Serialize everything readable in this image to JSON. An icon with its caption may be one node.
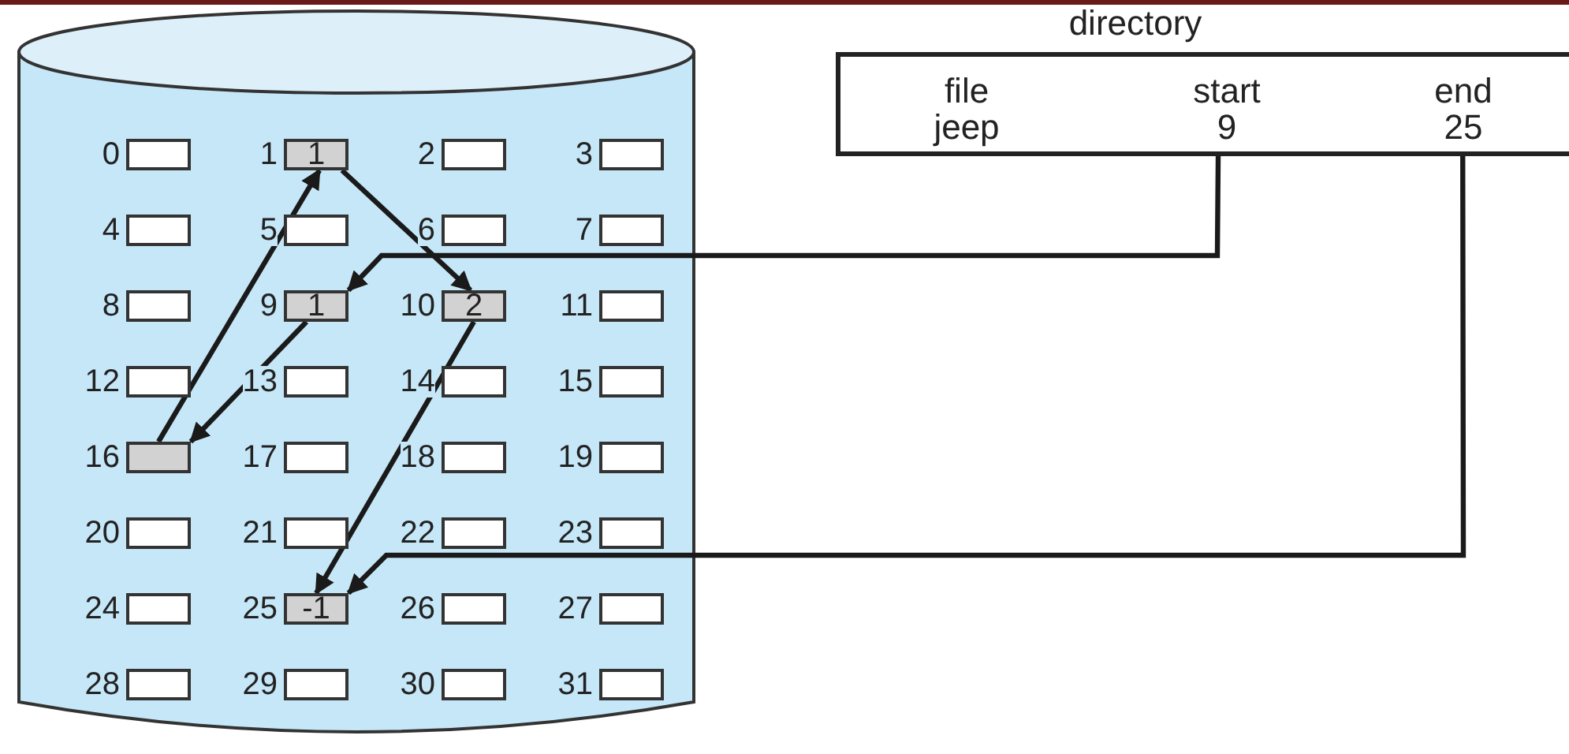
{
  "diagram": {
    "nodes": [
      {
        "text": [],
        "shape": "cylinder"
      },
      {
        "text": [],
        "shape": "box",
        "beside": [
          "0"
        ],
        "in": 0
      },
      {
        "text": [
          "1"
        ],
        "beside": [
          "1"
        ],
        "in": 0
      },
      {
        "text": [],
        "shape": "box",
        "beside": [
          "2"
        ],
        "in": 0
      },
      {
        "text": [],
        "shape": "box",
        "beside": [
          "3"
        ],
        "in": 0
      },
      {
        "text": [],
        "shape": "box",
        "beside": [
          "4"
        ],
        "in": 0
      },
      {
        "text": [],
        "shape": "box",
        "beside": [
          "5"
        ],
        "in": 0
      },
      {
        "text": [],
        "shape": "box",
        "beside": [
          "6"
        ],
        "in": 0
      },
      {
        "text": [],
        "shape": "box",
        "beside": [
          "7"
        ],
        "in": 0
      },
      {
        "text": [],
        "shape": "box",
        "beside": [
          "8"
        ],
        "in": 0
      },
      {
        "text": [
          "1"
        ],
        "beside": [
          "9"
        ],
        "in": 0
      },
      {
        "text": [
          "2"
        ],
        "beside": [
          "10"
        ],
        "in": 0
      },
      {
        "text": [],
        "shape": "box",
        "beside": [
          "11"
        ],
        "in": 0
      },
      {
        "text": [],
        "shape": "box",
        "beside": [
          "12"
        ],
        "in": 0
      },
      {
        "text": [],
        "shape": "box",
        "beside": [
          "13"
        ],
        "in": 0
      },
      {
        "text": [],
        "shape": "box",
        "beside": [
          "14"
        ],
        "in": 0
      },
      {
        "text": [],
        "shape": "box",
        "beside": [
          "15"
        ],
        "in": 0
      },
      {
        "text": [],
        "shape": "box",
        "beside": [
          "16"
        ],
        "in": 0
      },
      {
        "text": [],
        "shape": "box",
        "beside": [
          "17"
        ],
        "in": 0
      },
      {
        "text": [],
        "shape": "box",
        "beside": [
          "18"
        ],
        "in": 0
      },
      {
        "text": [],
        "shape": "box",
        "beside": [
          "19"
        ],
        "in": 0
      },
      {
        "text": [],
        "shape": "box",
        "beside": [
          "20"
        ],
        "in": 0
      },
      {
        "text": [],
        "shape": "box",
        "beside": [
          "21"
        ],
        "in": 0
      },
      {
        "text": [],
        "shape": "box",
        "beside": [
          "22"
        ],
        "in": 0
      },
      {
        "text": [],
        "shape": "box",
        "beside": [
          "23"
        ],
        "in": 0
      },
      {
        "text": [],
        "shape": "box",
        "beside": [
          "24"
        ],
        "in": 0
      },
      {
        "text": [
          "-1"
        ],
        "beside": [
          "25"
        ],
        "in": 0
      },
      {
        "text": [],
        "shape": "box",
        "beside": [
          "26"
        ],
        "in": 0
      },
      {
        "text": [],
        "shape": "box",
        "beside": [
          "27"
        ],
        "in": 0
      },
      {
        "text": [],
        "shape": "box",
        "beside": [
          "28"
        ],
        "in": 0
      },
      {
        "text": [],
        "shape": "box",
        "beside": [
          "29"
        ],
        "in": 0
      },
      {
        "text": [],
        "shape": "box",
        "beside": [
          "30"
        ],
        "in": 0
      },
      {
        "text": [],
        "shape": "box",
        "beside": [
          "31"
        ],
        "in": 0
      },
      {
        "text": [
          "directory",
          "file",
          "start",
          "end",
          "jeep",
          "9",
          "25"
        ]
      }
    ],
    "edges": [
      {
        "from": 33,
        "to": 10,
        "arrow": "to"
      },
      {
        "from": 10,
        "to": 17,
        "arrow": "to"
      },
      {
        "from": 17,
        "to": 2,
        "arrow": "to"
      },
      {
        "from": 2,
        "to": 11,
        "arrow": "to"
      },
      {
        "from": 11,
        "to": 26,
        "arrow": "to"
      },
      {
        "from": 33,
        "to": 26,
        "arrow": "to"
      }
    ]
  }
}
